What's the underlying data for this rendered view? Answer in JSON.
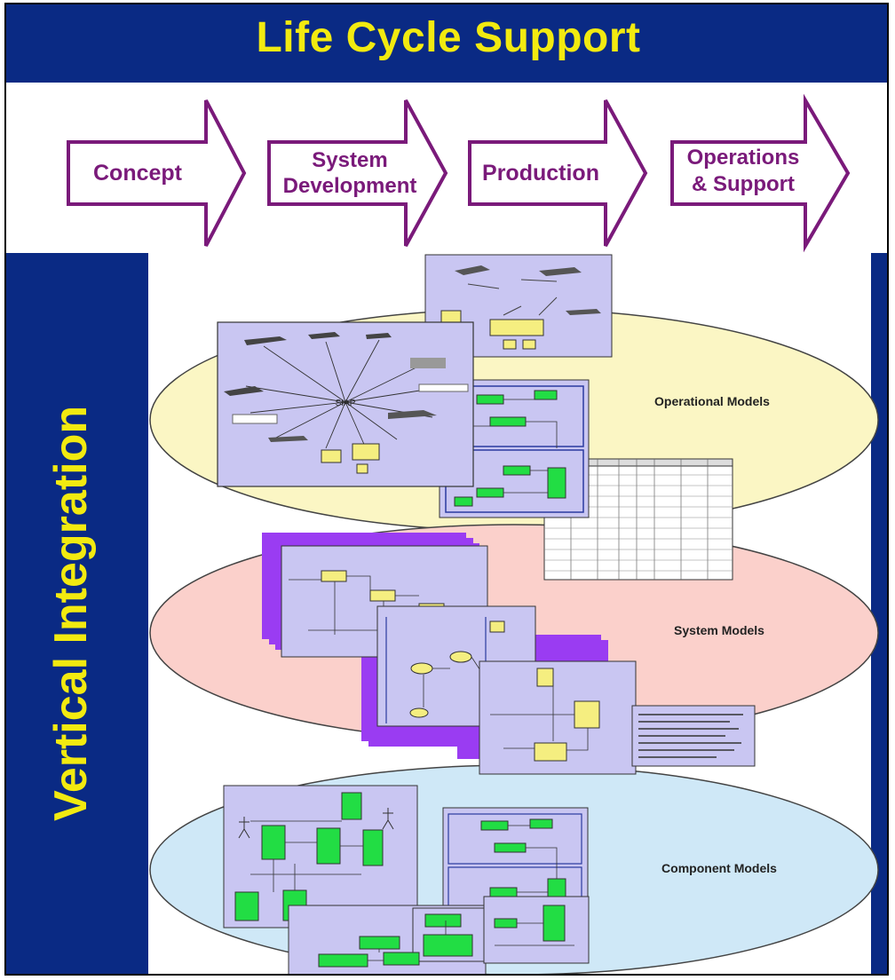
{
  "title": "Life Cycle Support",
  "side_label": "Vertical Integration",
  "phases": [
    {
      "lines": [
        "Concept"
      ]
    },
    {
      "lines": [
        "System",
        "Development"
      ]
    },
    {
      "lines": [
        "Production"
      ]
    },
    {
      "lines": [
        "Operations",
        "& Support"
      ]
    }
  ],
  "models": {
    "operational": "Operational Models",
    "system": "System Models",
    "component": "Component Models"
  },
  "hub_label": "SIAP",
  "colors": {
    "navy": "#0a2a84",
    "title_yellow": "#f2ea10",
    "arrow_purple": "#7a1a7a",
    "operational_ellipse": "#fbf6c4",
    "system_ellipse": "#fbd0cb",
    "component_ellipse": "#cfe8f7",
    "diagram_lavender": "#c9c6f2",
    "box_green": "#22dd44",
    "box_yellow": "#f5ee80",
    "stack_violet": "#9a3cf2"
  }
}
